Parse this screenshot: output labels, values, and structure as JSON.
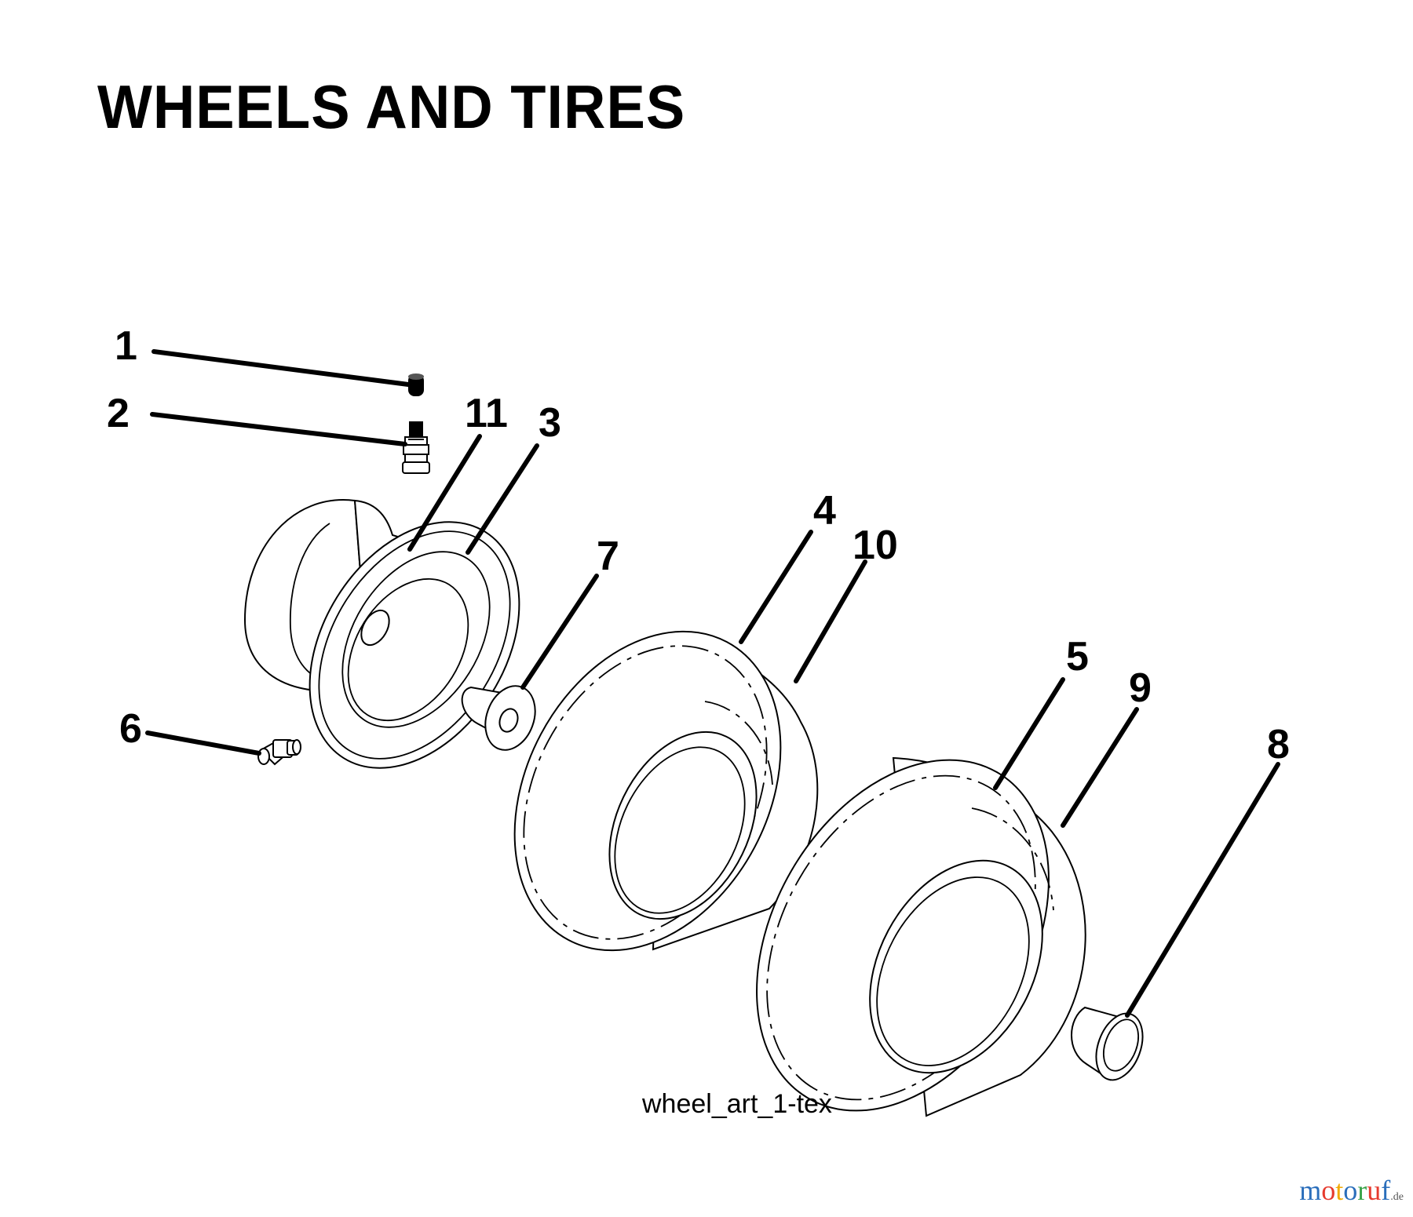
{
  "title": "WHEELS AND TIRES",
  "caption": "wheel_art_1-tex",
  "callouts": [
    "1",
    "2",
    "3",
    "4",
    "5",
    "6",
    "7",
    "8",
    "9",
    "10",
    "11"
  ],
  "watermark": {
    "text": "motoruf",
    "tld": ".de",
    "letter_colors": [
      "#2a6ebb",
      "#e63a2e",
      "#f2a900",
      "#2a6ebb",
      "#3aa34a",
      "#e63a2e",
      "#2a6ebb"
    ]
  }
}
